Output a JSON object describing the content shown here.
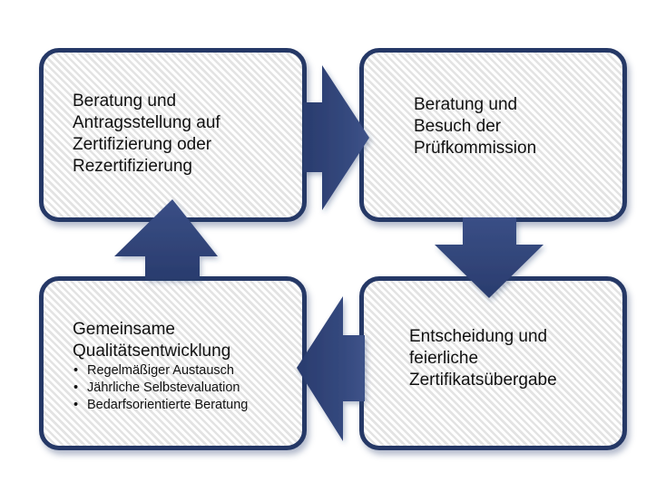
{
  "diagram": {
    "type": "cycle",
    "colors": {
      "border": "#253866",
      "arrow": "#2c3f72",
      "arrow_light": "#3d5288",
      "stripe": "#e3e3e3",
      "text": "#111111"
    },
    "steps": [
      {
        "id": "step-1",
        "position": "top-left",
        "lines": [
          "Beratung und",
          "Antragsstellung auf",
          "Zertifizierung oder",
          "Rezertifizierung"
        ]
      },
      {
        "id": "step-2",
        "position": "top-right",
        "lines": [
          "Beratung und",
          "Besuch der",
          "Prüfkommission"
        ]
      },
      {
        "id": "step-3",
        "position": "bottom-right",
        "lines": [
          "Entscheidung und",
          "feierliche",
          "Zertifikatsübergabe"
        ]
      },
      {
        "id": "step-4",
        "position": "bottom-left",
        "lines": [
          "Gemeinsame",
          "Qualitätsentwicklung"
        ],
        "bullet_glyph": "•",
        "bullets": [
          "Regelmäßiger Austausch",
          "Jährliche Selbstevaluation",
          "Bedarfsorientierte Beratung"
        ]
      }
    ],
    "arrows": [
      {
        "from": "step-1",
        "to": "step-2",
        "direction": "right"
      },
      {
        "from": "step-2",
        "to": "step-3",
        "direction": "down"
      },
      {
        "from": "step-3",
        "to": "step-4",
        "direction": "left"
      },
      {
        "from": "step-4",
        "to": "step-1",
        "direction": "up"
      }
    ]
  }
}
